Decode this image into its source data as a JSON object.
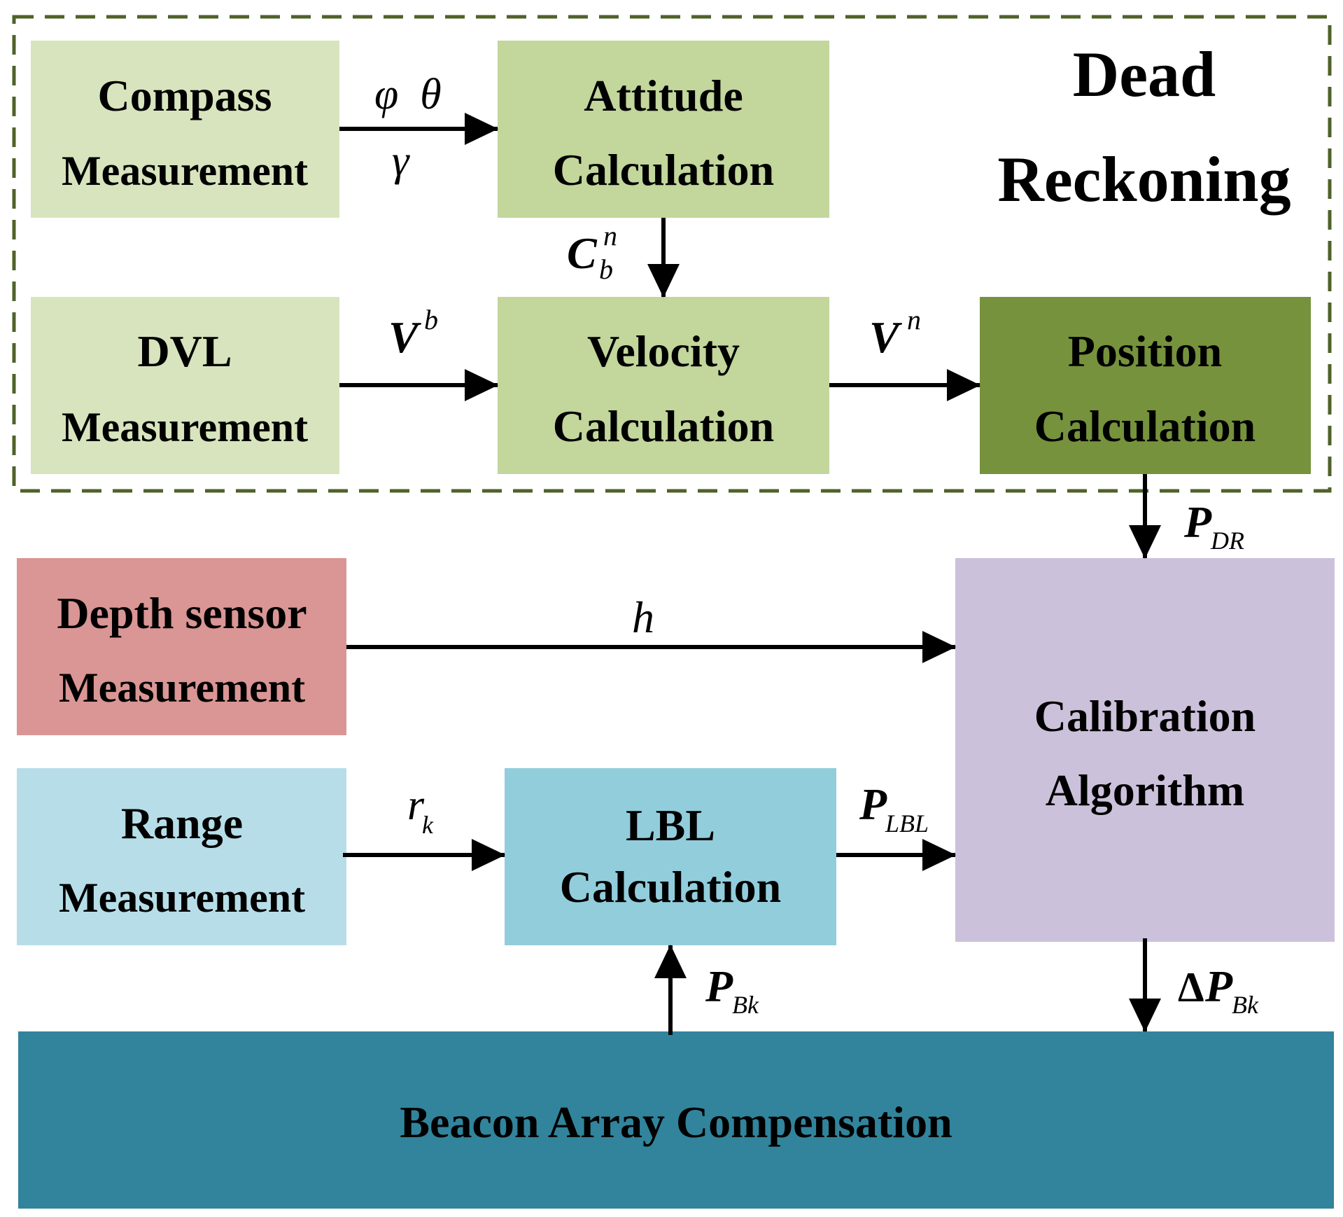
{
  "region": {
    "title_line1": "Dead",
    "title_line2": "Reckoning",
    "border_color": "#4f6228"
  },
  "colors": {
    "light_green": "#d7e4bd",
    "mid_green": "#c3d69b",
    "dark_green": "#76923c",
    "depth_red": "#d99694",
    "range_blue": "#b7dee8",
    "lbl_blue": "#92cddc",
    "calib_purple": "#ccc1da",
    "beacon_teal": "#31849b"
  },
  "boxes": {
    "compass": {
      "line1": "Compass",
      "line2": "Measurement"
    },
    "attitude": {
      "line1": "Attitude",
      "line2": "Calculation"
    },
    "dvl": {
      "line1": "DVL",
      "line2": "Measurement"
    },
    "velocity": {
      "line1": "Velocity",
      "line2": "Calculation"
    },
    "position": {
      "line1": "Position",
      "line2": "Calculation"
    },
    "depth": {
      "line1": "Depth sensor",
      "line2": "Measurement"
    },
    "range": {
      "line1": "Range",
      "line2": "Measurement"
    },
    "lbl": {
      "line1": "LBL",
      "line2": "Calculation"
    },
    "calibration": {
      "line1": "Calibration",
      "line2": "Algorithm"
    },
    "beacon": {
      "label": "Beacon Array Compensation"
    }
  },
  "signals": {
    "phi_theta": {
      "base": "φ  θ"
    },
    "gamma": {
      "base": "γ"
    },
    "cbn": {
      "base": "C",
      "sub": "b",
      "sup": "n"
    },
    "vb": {
      "base": "V",
      "sup": "b"
    },
    "vn": {
      "base": "V",
      "sup": "n"
    },
    "pdr": {
      "base": "P",
      "sub": "DR"
    },
    "h": {
      "base": "h"
    },
    "rk": {
      "base": "r",
      "sub": "k"
    },
    "plbl": {
      "base": "P",
      "sub": "LBL"
    },
    "pbk": {
      "base": "P",
      "sub": "Bk"
    },
    "dpbk": {
      "prefix": "Δ",
      "base": "P",
      "sub": "Bk"
    }
  }
}
